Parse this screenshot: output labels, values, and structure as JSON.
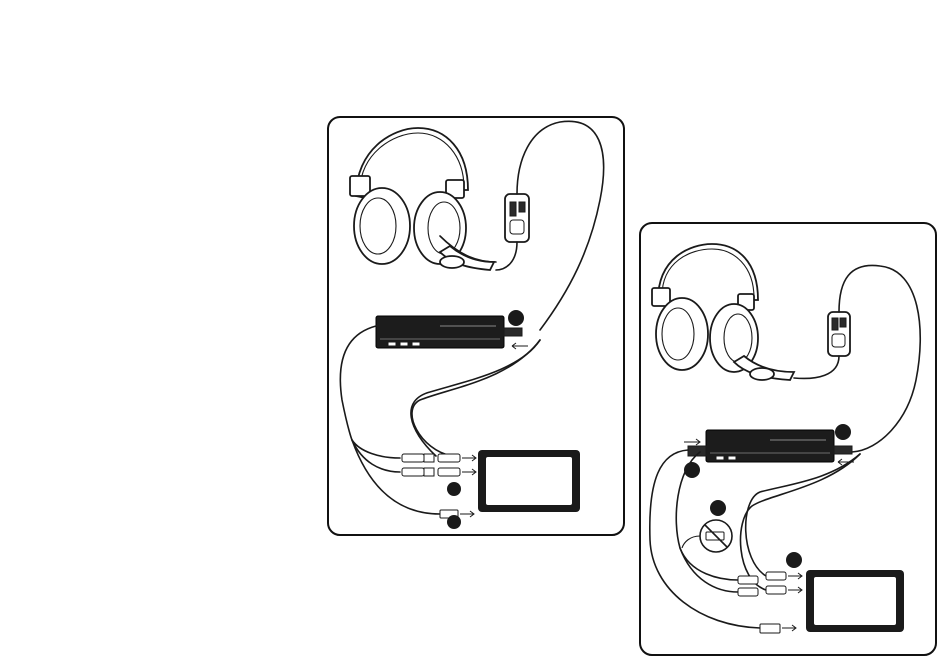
{
  "colors": {
    "line": "#1a1a1a",
    "background": "#ffffff",
    "device_fill": "#1c1c1c"
  },
  "panels": [
    {
      "id": "panel-left",
      "devices": [
        "headset-icon",
        "inline-volume-controller-icon",
        "game-console-icon",
        "tv-icon"
      ],
      "connectors": [
        "rca-red-white-plug-icon",
        "rca-audio-plug-icon",
        "usb-plug-icon"
      ],
      "step_markers": 3
    },
    {
      "id": "panel-right",
      "devices": [
        "headset-icon",
        "inline-volume-controller-icon",
        "game-console-icon",
        "tv-icon"
      ],
      "connectors": [
        "hdmi-plug-icon",
        "rca-audio-plug-icon",
        "usb-plug-icon",
        "optical-plug-crossed-icon"
      ],
      "step_markers": 4
    }
  ]
}
